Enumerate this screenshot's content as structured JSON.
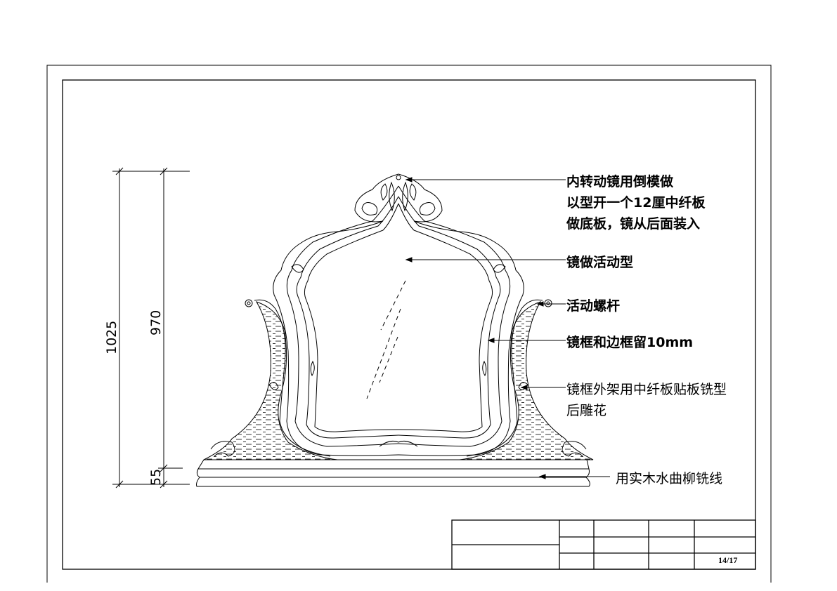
{
  "annotations": {
    "crest_line1": "内转动镜用倒模做",
    "crest_line2": "以型开一个12厘中纤板",
    "crest_line3": "做底板，镜从后面装入",
    "mirror": "镜做活动型",
    "screw": "活动螺杆",
    "gap": "镜框和边框留10mm",
    "outer_line1": "镜框外架用中纤板贴板铣型",
    "outer_line2": "后雕花",
    "base": "用实木水曲柳铣线"
  },
  "dimensions": {
    "total": "1025",
    "frame": "970",
    "base": "55"
  },
  "title_block": {
    "page": "14/17"
  }
}
